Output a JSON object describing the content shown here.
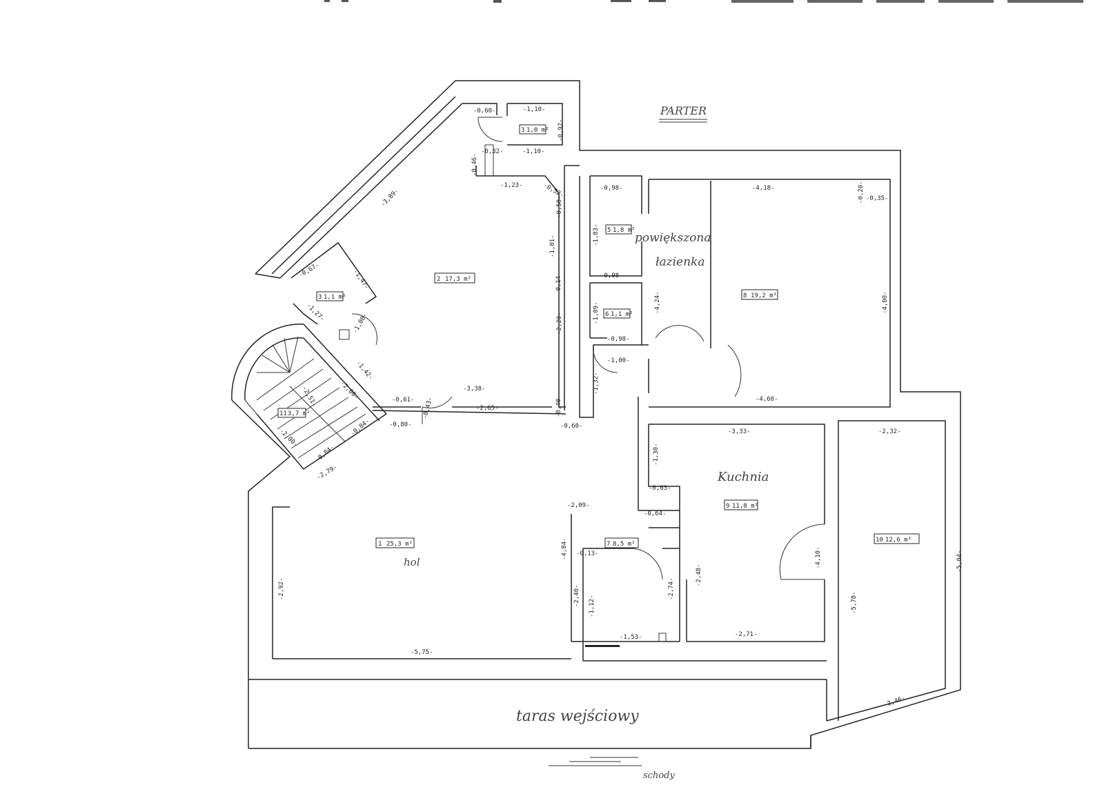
{
  "header": {
    "floor_title": "PARTER"
  },
  "rooms": [
    {
      "id": "room-1",
      "number": "1",
      "area": "25,3 m²",
      "name": "hol"
    },
    {
      "id": "room-2",
      "number": "2",
      "area": "17,3 m²"
    },
    {
      "id": "room-3a",
      "number": "3",
      "area": "1,0 m²"
    },
    {
      "id": "room-3b",
      "number": "3",
      "area": "1,1 m²"
    },
    {
      "id": "room-4",
      "number": "11",
      "area": "3,7 m²"
    },
    {
      "id": "room-5",
      "number": "5",
      "area": "1,8 m²"
    },
    {
      "id": "room-6",
      "number": "6",
      "area": "1,1 m²"
    },
    {
      "id": "room-7",
      "number": "7",
      "area": "8,5 m²"
    },
    {
      "id": "room-8",
      "number": "8",
      "area": "19,2 m²"
    },
    {
      "id": "room-9",
      "number": "9",
      "area": "11,8 m²",
      "name": "Kuchnia"
    },
    {
      "id": "room-10",
      "number": "10",
      "area": "12,6 m²"
    }
  ],
  "annotations": {
    "bathroom_note_line1": "powiększona",
    "bathroom_note_line2": "łazienka",
    "terrace": "taras wejściowy",
    "stairs": "schody"
  },
  "dimensions": {
    "d_060_top": "-0,60-",
    "d_110_top": "-1,10-",
    "d_032": "-0,32-",
    "d_110_b": "-1,10-",
    "d_092": "-0,92-",
    "d_046": "-0,46-",
    "d_123": "-1,23-",
    "d_052": "-0,52-",
    "d_389": "-3,89-",
    "d_058": "-0,58-",
    "d_101": "-1,01-",
    "d_014": "-0,14-",
    "d_220": "-2,20-",
    "d_338": "-3,38-",
    "d_265": "-2,65-",
    "d_040": "-0,40-",
    "d_060_b": "-0,60-",
    "d_147": "-1,47-",
    "d_067": "-0,67-",
    "d_127": "-1,27-",
    "d_100_door": "-1,00-",
    "d_142": "-1,42-",
    "d_200": "-2,00-",
    "d_251": "-2,51-",
    "d_061": "-0,61-",
    "d_043": "-0,43-",
    "d_080": "-0,80-",
    "d_084a": "-0,84-",
    "d_084b": "-0,84-",
    "d_200b": "-2,00-",
    "d_279": "-2,79-",
    "d_098_a": "-0,98-",
    "d_183": "-1,83-",
    "d_098_b": "-0,98-",
    "d_109": "-1,09-",
    "d_098_c": "-0,98-",
    "d_100_c": "-1,00-",
    "d_132": "-1,32-",
    "d_424": "-4,24-",
    "d_418": "-4,18-",
    "d_020": "-0,20-",
    "d_035": "-0,35-",
    "d_400": "-4,00-",
    "d_460": "-4,60-",
    "d_333": "-3,33-",
    "d_130": "-1,30-",
    "d_063": "-0,63-",
    "d_064": "-0,64-",
    "d_232": "-2,32-",
    "d_209": "-2,09-",
    "d_484": "-4,84-",
    "d_013": "-0,13-",
    "d_240": "-2,40-",
    "d_112": "-1,12-",
    "d_248": "-2,48-",
    "d_274": "-2,74-",
    "d_410": "-4,10-",
    "d_578": "-5,78-",
    "d_504": "-5,04-",
    "d_153": "-1,53-",
    "d_271": "-2,71-",
    "d_292": "-2,92-",
    "d_575": "-5,75-",
    "d_246": "-2,46-"
  }
}
